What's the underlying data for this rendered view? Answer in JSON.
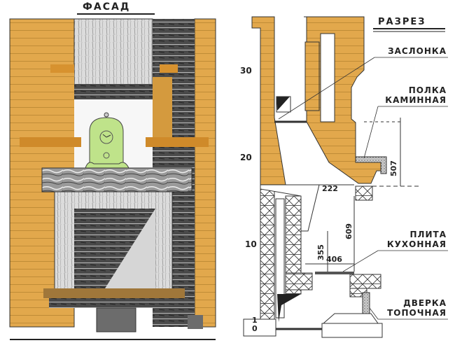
{
  "facade": {
    "title": "ФАСАД"
  },
  "section": {
    "title": "РАЗРЕЗ",
    "labels": {
      "damper": "ЗАСЛОНКА",
      "shelf_line1": "ПОЛКА",
      "shelf_line2": "КАМИННАЯ",
      "stove_line1": "ПЛИТА",
      "stove_line2": "КУХОННАЯ",
      "door_line1": "ДВЕРКА",
      "door_line2": "ТОПОЧНАЯ"
    },
    "scale_marks": [
      "30",
      "20",
      "10",
      "1",
      "0"
    ],
    "dimensions": {
      "d507": "507",
      "d222": "222",
      "d609": "609",
      "d355": "355",
      "d406": "406"
    }
  },
  "colors": {
    "brick": "#e0a84a",
    "brick_dark": "#c98a2e",
    "hatch_dark": "#3a3a3a",
    "stone_light": "#d8d8d8",
    "clock_green": "#b9e08a",
    "shelf_brown": "#a07a3a",
    "line": "#222222"
  }
}
